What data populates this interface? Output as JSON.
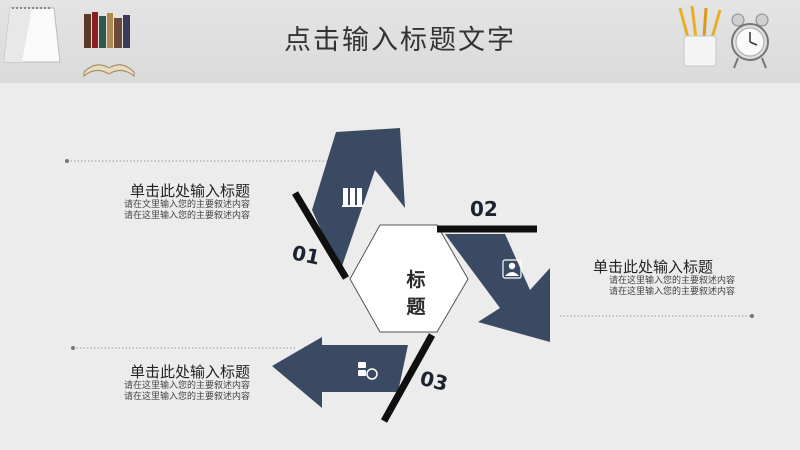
{
  "header": {
    "title": "点击输入标题文字"
  },
  "diagram": {
    "center": {
      "label": "标 题"
    },
    "items": [
      {
        "number": "01",
        "icon": "building-icon",
        "heading": "单击此处输入标题",
        "lines": [
          "请在文里输入您的主要叙述内容",
          "请在这里输入您的主要叙述内容"
        ]
      },
      {
        "number": "02",
        "icon": "user-icon",
        "heading": "单击此处输入标题",
        "lines": [
          "请在这里输入您的主要叙述内容",
          "请在这里输入您的主要叙述内容"
        ]
      },
      {
        "number": "03",
        "icon": "money-icon",
        "heading": "单击此处输入标题",
        "lines": [
          "请在这里输入您的主要叙述内容",
          "请在这里输入您的主要叙述内容"
        ]
      }
    ]
  },
  "colors": {
    "arrow": "#3a4a62",
    "bar": "#0f0f0f",
    "header": "#dcdcdc"
  }
}
